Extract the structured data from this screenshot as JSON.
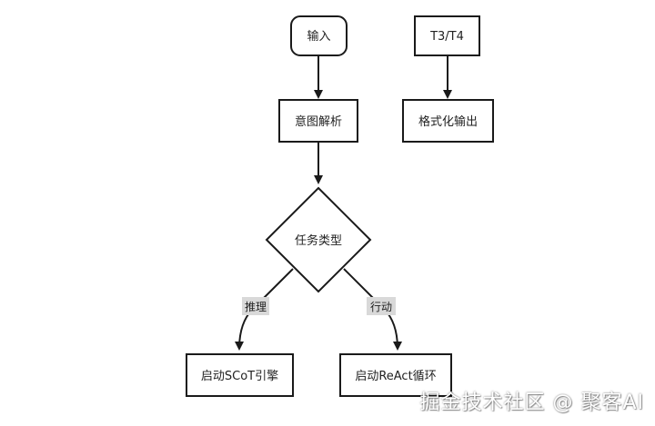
{
  "nodes": {
    "input": {
      "label": "输入"
    },
    "intent": {
      "label": "意图解析"
    },
    "task_type": {
      "label": "任务类型"
    },
    "scot": {
      "label": "启动SCoT引擎"
    },
    "react": {
      "label": "启动ReAct循环"
    },
    "t3t4": {
      "label": "T3/T4"
    },
    "format_output": {
      "label": "格式化输出"
    }
  },
  "edges": {
    "reasoning_label": "推理",
    "action_label": "行动"
  },
  "watermark": "掘金技术社区 @ 聚客AI",
  "colors": {
    "stroke": "#1a1a1a",
    "node_fill": "#ffffff",
    "label_bg": "#d9d9d9"
  }
}
